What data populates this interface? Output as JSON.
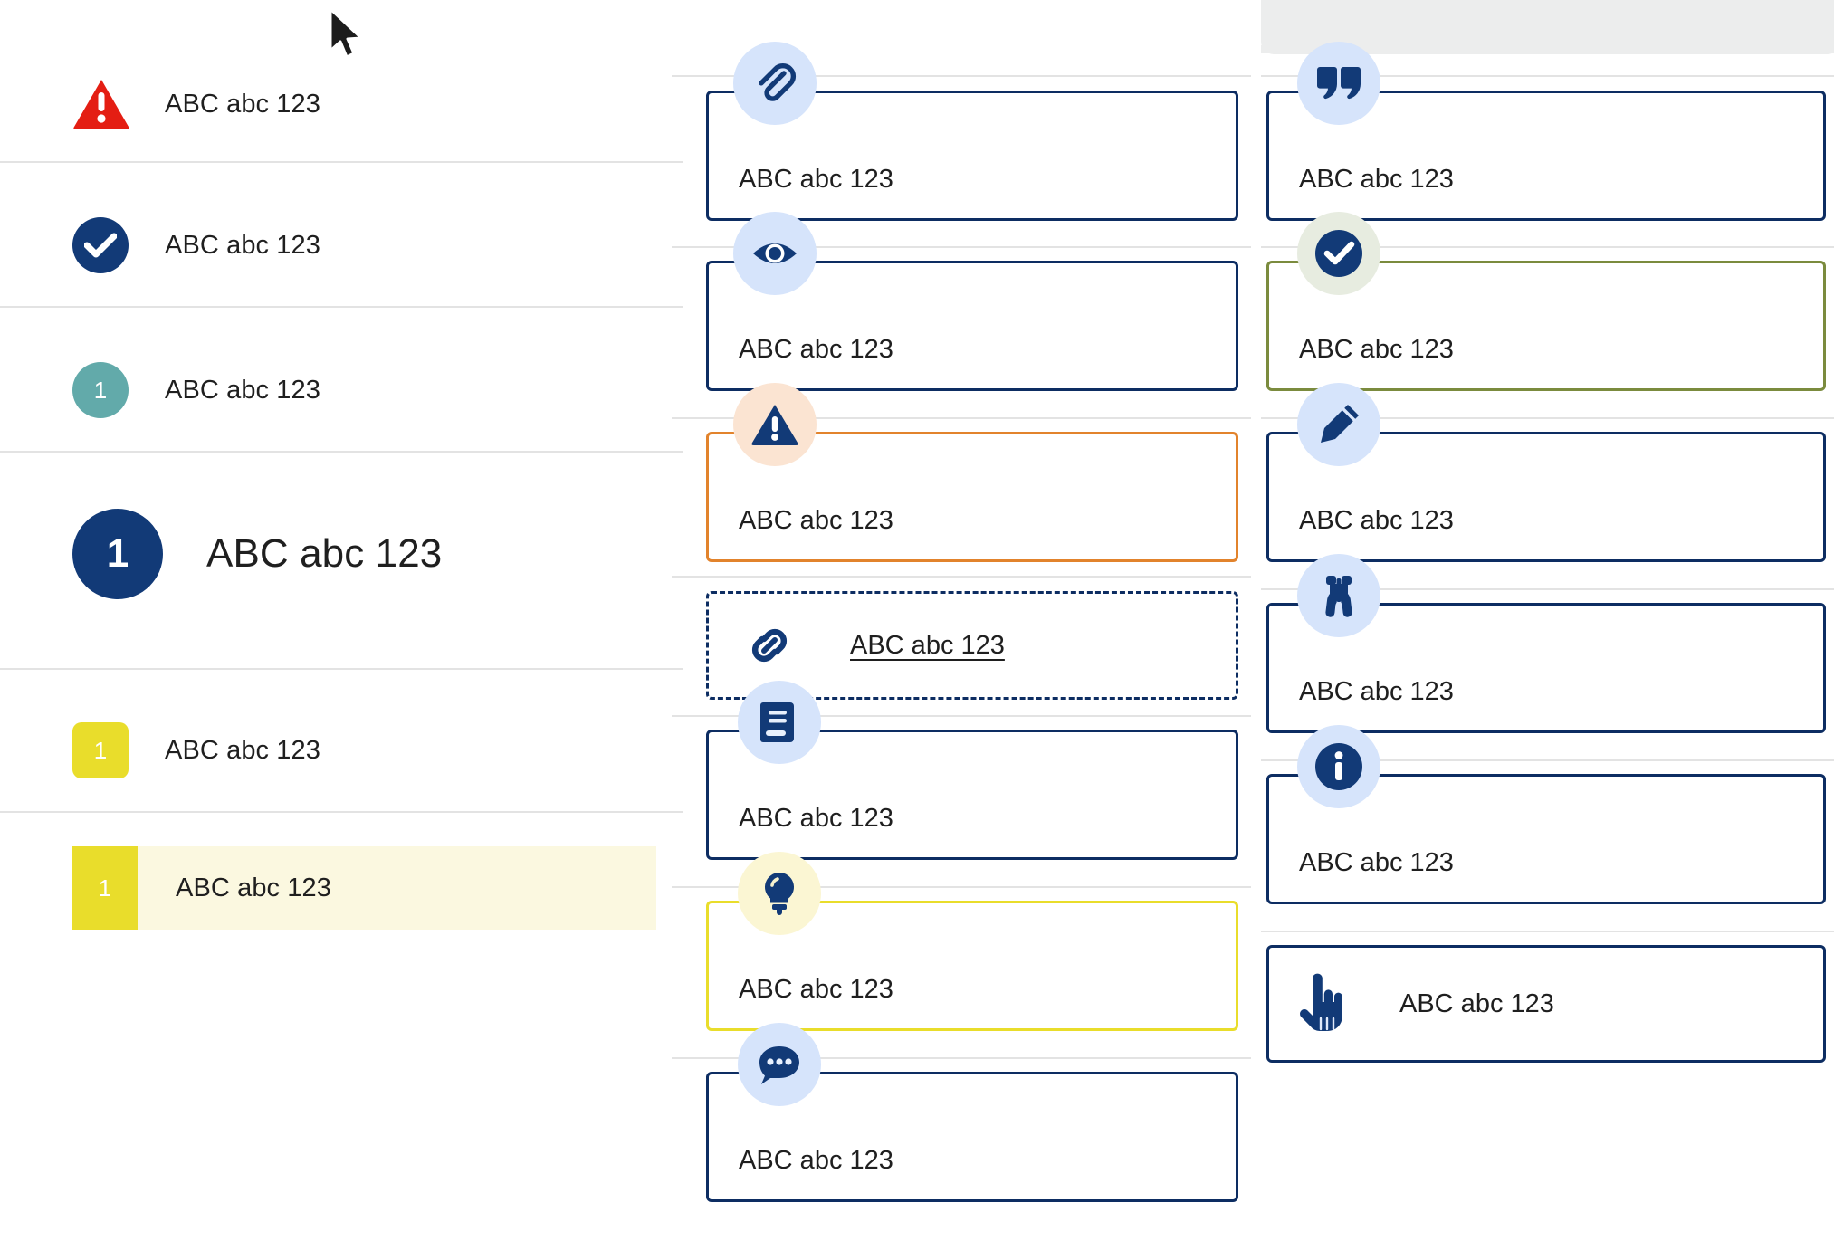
{
  "theme": {
    "navy": "#0d2d62",
    "navy_text": "#123a77",
    "red": "#e41e13",
    "teal": "#62aaaa",
    "yellow": "#e9dd2b",
    "orange": "#e2832c",
    "olive": "#7b8b3e",
    "icon_bubble_blue": "#d6e4fb",
    "icon_bubble_peach": "#fbe4d2",
    "icon_bubble_mint": "#e7ece0",
    "icon_bubble_lemon": "#fbf6d3",
    "highlight_row_bg": "#fbf8e0",
    "divider": "#e3e3e3",
    "gray_panel": "#eceded"
  },
  "sidebar": {
    "items": [
      {
        "id": "alert",
        "icon": "warning-triangle-icon",
        "badge_text": "",
        "label": "ABC abc 123",
        "style": "red-triangle"
      },
      {
        "id": "success",
        "icon": "check-circle-icon",
        "badge_text": "",
        "label": "ABC abc 123",
        "style": "navy-circle"
      },
      {
        "id": "counter-teal",
        "icon": "number-badge-icon",
        "badge_text": "1",
        "label": "ABC abc 123",
        "style": "teal-circle"
      },
      {
        "id": "counter-large",
        "icon": "number-badge-icon",
        "badge_text": "1",
        "label": "ABC abc 123",
        "style": "navy-circle-large"
      },
      {
        "id": "counter-yellow",
        "icon": "number-badge-icon",
        "badge_text": "1",
        "label": "ABC abc 123",
        "style": "yellow-square"
      },
      {
        "id": "counter-yellow-selected",
        "icon": "number-badge-icon",
        "badge_text": "1",
        "label": "ABC abc 123",
        "style": "yellow-square-highlight"
      }
    ]
  },
  "middle_column": {
    "cards": [
      {
        "id": "attachment",
        "icon": "paperclip-icon",
        "bubble": "blue",
        "border": "navy",
        "label": "ABC abc 123"
      },
      {
        "id": "preview",
        "icon": "eye-icon",
        "bubble": "blue",
        "border": "navy",
        "label": "ABC abc 123"
      },
      {
        "id": "warning",
        "icon": "warning-triangle-icon",
        "bubble": "peach",
        "border": "orange",
        "label": "ABC abc 123"
      },
      {
        "id": "link",
        "icon": "chain-link-icon",
        "bubble": "none",
        "border": "navy-dashed",
        "label": "ABC abc 123"
      },
      {
        "id": "reference",
        "icon": "book-icon",
        "bubble": "blue",
        "border": "navy",
        "label": "ABC abc 123"
      },
      {
        "id": "tip",
        "icon": "lightbulb-icon",
        "bubble": "lemon",
        "border": "yellow",
        "label": "ABC abc 123"
      },
      {
        "id": "comment",
        "icon": "speech-bubble-icon",
        "bubble": "blue",
        "border": "navy",
        "label": "ABC abc 123"
      }
    ]
  },
  "right_column": {
    "cards": [
      {
        "id": "quote",
        "icon": "quote-marks-icon",
        "bubble": "blue",
        "border": "navy",
        "label": "ABC abc 123"
      },
      {
        "id": "confirmed",
        "icon": "check-circle-icon",
        "bubble": "mint",
        "border": "olive",
        "label": "ABC abc 123"
      },
      {
        "id": "edit",
        "icon": "pencil-icon",
        "bubble": "blue",
        "border": "navy",
        "label": "ABC abc 123"
      },
      {
        "id": "observe",
        "icon": "binoculars-icon",
        "bubble": "blue",
        "border": "navy",
        "label": "ABC abc 123"
      },
      {
        "id": "info",
        "icon": "info-circle-icon",
        "bubble": "blue",
        "border": "navy",
        "label": "ABC abc 123"
      },
      {
        "id": "action",
        "icon": "pointing-hand-icon",
        "bubble": "none",
        "border": "navy",
        "label": "ABC abc 123"
      }
    ]
  },
  "cursor": {
    "icon": "mouse-pointer-icon"
  }
}
